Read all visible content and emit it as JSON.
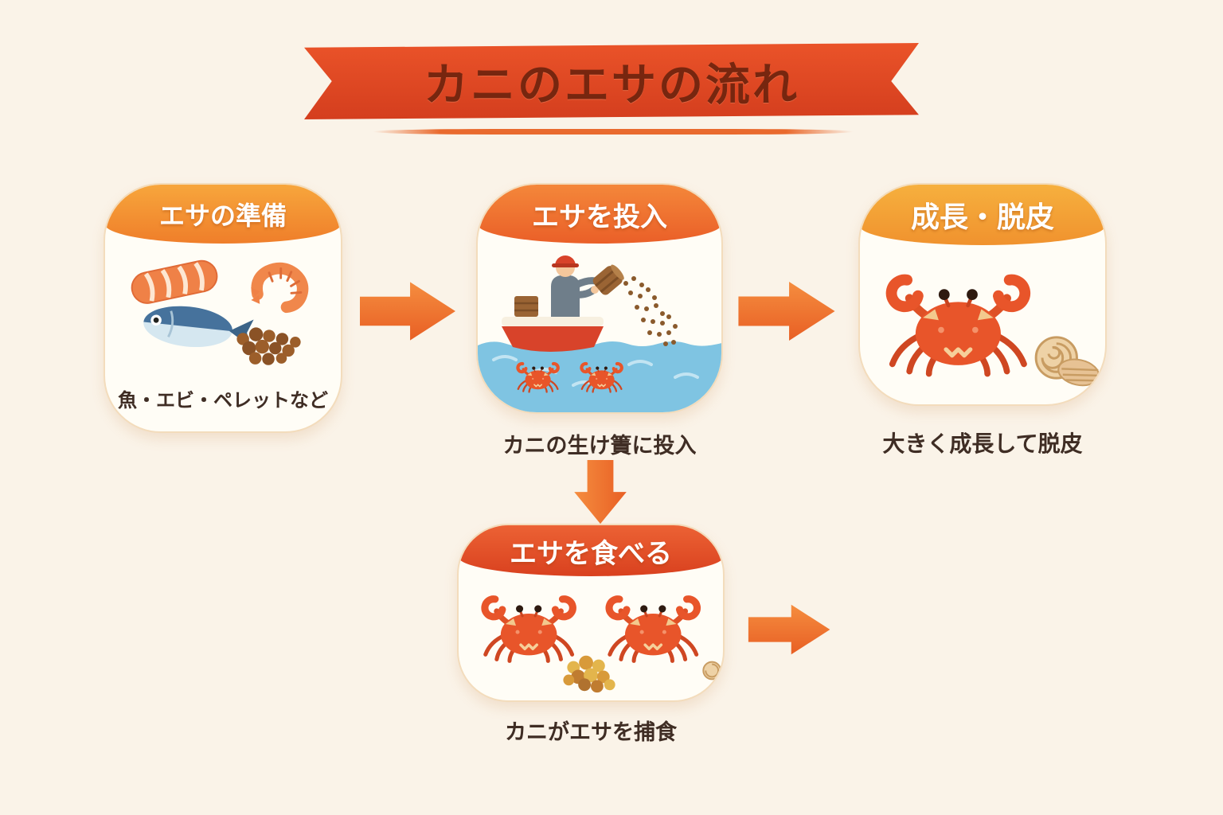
{
  "title": "カニのエサの流れ",
  "steps": [
    {
      "header": "エサの準備",
      "caption": "魚・エビ・ペレットなど",
      "icon": "fish-shrimp-pellets-icon"
    },
    {
      "header": "エサを投入",
      "caption": "カニの生け簀に投入",
      "icon": "boat-feeding-icon"
    },
    {
      "header": "成長・脱皮",
      "caption": "大きく成長して脱皮",
      "icon": "grown-crab-shells-icon"
    },
    {
      "header": "エサを食べる",
      "caption": "カニがエサを捕食",
      "icon": "crabs-eating-icon"
    }
  ],
  "arrows": [
    "arrow-right-icon-1",
    "arrow-right-icon-2",
    "arrow-down-icon",
    "arrow-right-icon-3"
  ],
  "colors": {
    "background": "#faf3e8",
    "ribbon_red": "#e14b26",
    "title_text": "#77260f",
    "arrow_orange": "#ee6a2b",
    "header_orange": "#f3912f",
    "header_gold": "#f2a338",
    "header_red": "#e4512a",
    "card_background": "#fffdf6",
    "caption_text": "#3f2d24",
    "crab_red": "#e8552a",
    "water_blue": "#7fc4e2",
    "pellet_brown": "#9c5e2a"
  }
}
